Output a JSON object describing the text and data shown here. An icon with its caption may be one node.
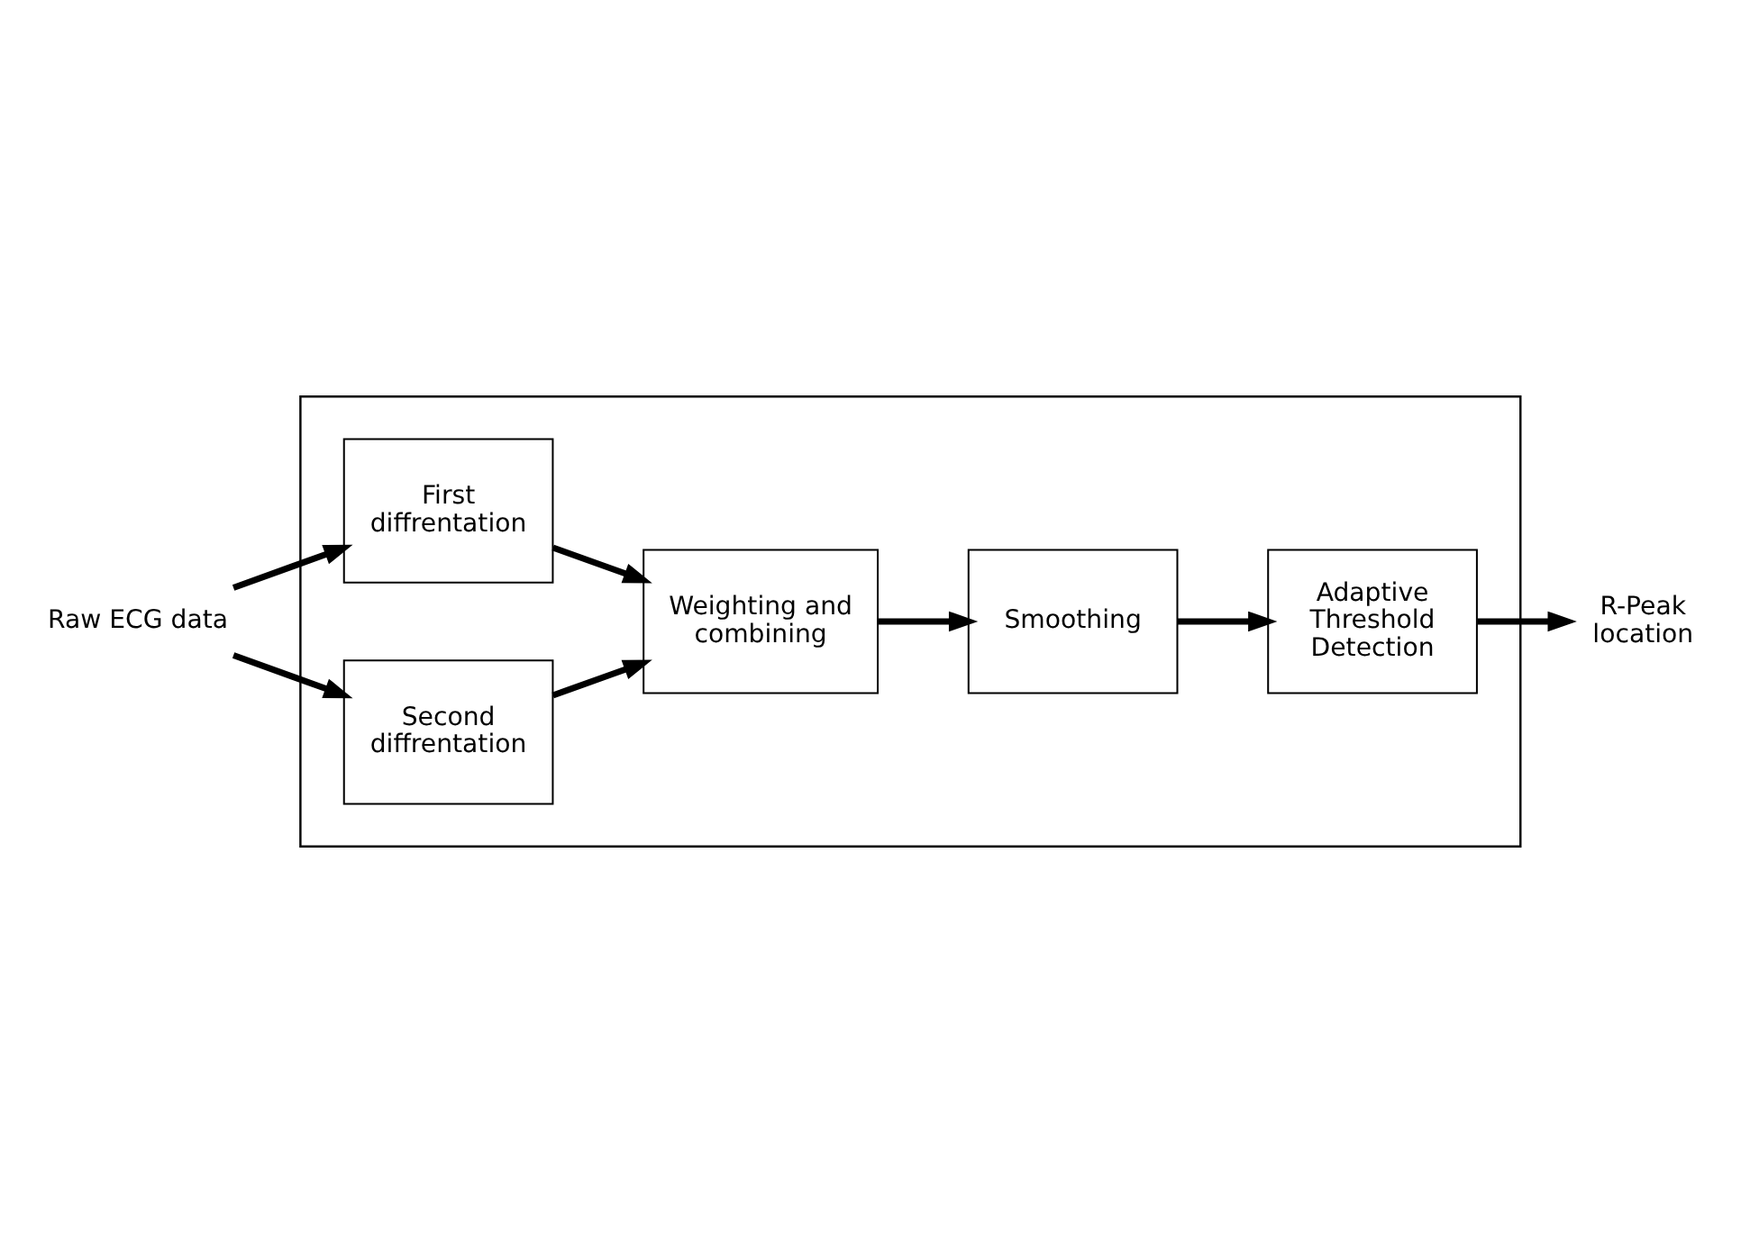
{
  "diagram": {
    "nodes": [
      {
        "text": [
          "Raw ECG data"
        ]
      },
      {
        "text": [],
        "shape": "box"
      },
      {
        "text": [
          "First diffrentation"
        ],
        "in": 1
      },
      {
        "text": [
          "Second diffrentation"
        ],
        "in": 1
      },
      {
        "text": [
          "Weighting and combining"
        ],
        "in": 1
      },
      {
        "text": [
          "Smoothing"
        ],
        "in": 1
      },
      {
        "text": [
          "Adaptive Threshold Detection"
        ],
        "in": 1
      },
      {
        "text": [
          "R-Peak location"
        ]
      }
    ],
    "edges": [
      {
        "from": 0,
        "to": 2,
        "arrow": "to"
      },
      {
        "from": 0,
        "to": 3,
        "arrow": "to"
      },
      {
        "from": 2,
        "to": 4,
        "arrow": "to"
      },
      {
        "from": 3,
        "to": 4,
        "arrow": "to"
      },
      {
        "from": 4,
        "to": 5,
        "arrow": "to"
      },
      {
        "from": 5,
        "to": 6,
        "arrow": "to"
      },
      {
        "from": 6,
        "to": 7,
        "arrow": "to"
      }
    ]
  }
}
